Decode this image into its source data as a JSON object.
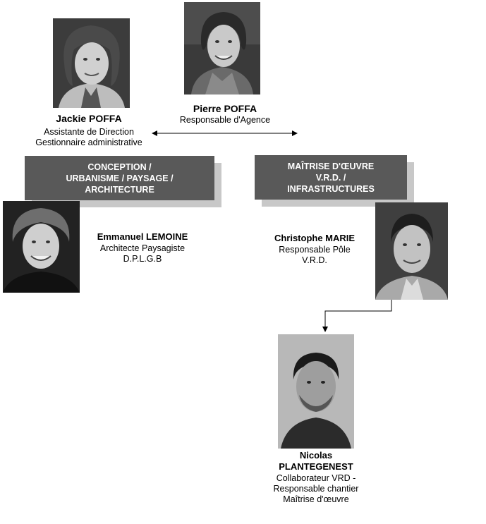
{
  "pierre": {
    "name": "Pierre POFFA",
    "role": "Responsable d'Agence"
  },
  "jackie": {
    "name": "Jackie POFFA",
    "role_lines": [
      "Assistante de Direction",
      "Gestionnaire administrative"
    ]
  },
  "box_conception": {
    "lines": [
      "CONCEPTION  /",
      "URBANISME  / PAYSAGE  /",
      "ARCHITECTURE"
    ]
  },
  "box_maitrise": {
    "lines": [
      "MAÎTRISE D'ŒUVRE",
      "V.R.D.  /",
      "INFRASTRUCTURES"
    ]
  },
  "emmanuel": {
    "name": "Emmanuel  LEMOINE",
    "role_lines": [
      "Architecte Paysagiste",
      "D.P.L.G.B"
    ]
  },
  "christophe": {
    "name": "Christophe MARIE",
    "role_lines": [
      "Responsable Pôle",
      "V.R.D."
    ]
  },
  "nicolas": {
    "name_lines": [
      "Nicolas",
      "PLANTEGENEST"
    ],
    "role_lines": [
      "Collaborateur VRD -",
      "Responsable chantier",
      "Maîtrise d'œuvre"
    ]
  }
}
